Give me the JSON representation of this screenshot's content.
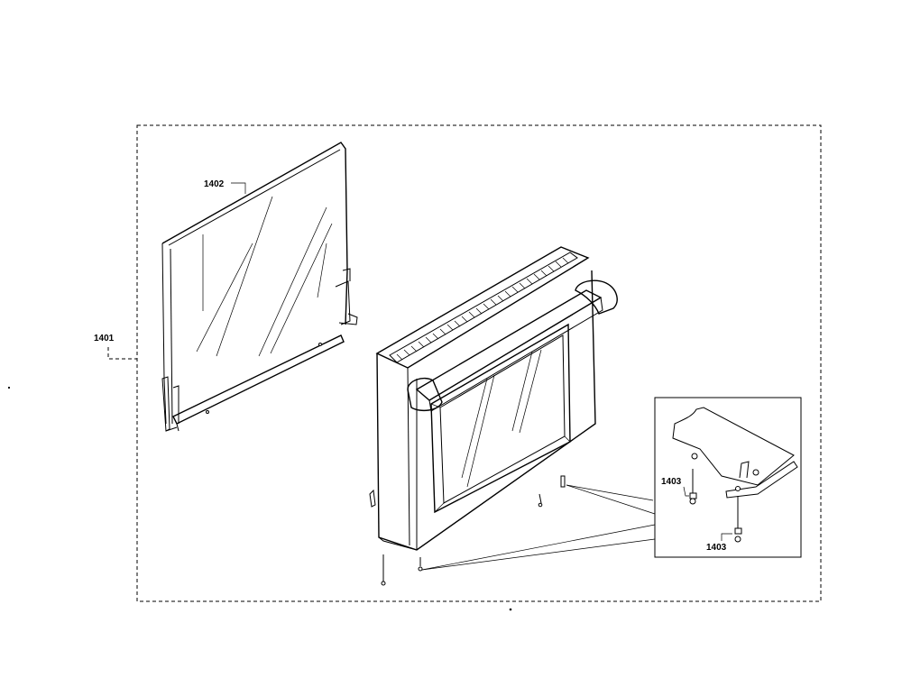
{
  "diagram": {
    "labels": {
      "assembly": "1401",
      "glass_panel": "1402",
      "screw_top": "1403",
      "screw_bottom": "1403"
    }
  }
}
